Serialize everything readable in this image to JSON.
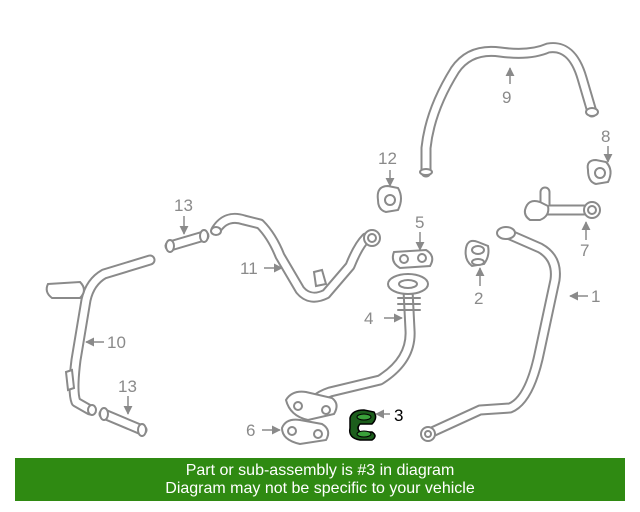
{
  "callouts": {
    "c1": "1",
    "c2": "2",
    "c3": "3",
    "c4": "4",
    "c5": "5",
    "c6": "6",
    "c7": "7",
    "c8": "8",
    "c9": "9",
    "c10": "10",
    "c11": "11",
    "c12": "12",
    "c13a": "13",
    "c13b": "13"
  },
  "highlighted_part": "3",
  "colors": {
    "part_line": "#8a8a8a",
    "highlight_fill": "#1c5e1c",
    "banner_bg": "#2f8a12",
    "banner_text": "#ffffff"
  },
  "banner": {
    "line1": "Part or sub-assembly is #3 in diagram",
    "line2": "Diagram may not be specific to your vehicle"
  }
}
